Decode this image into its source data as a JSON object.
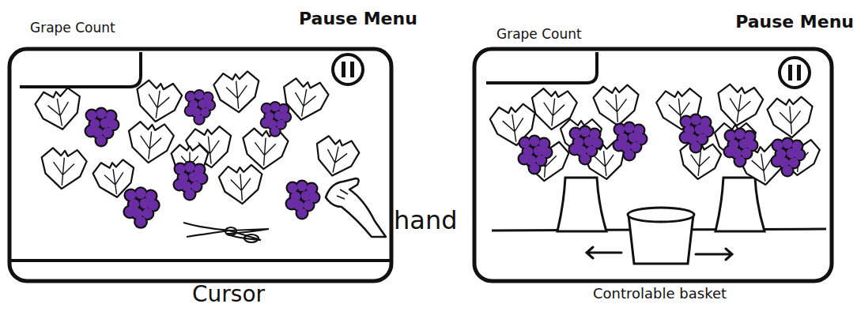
{
  "diagram": {
    "labels": [
      "Grape Count",
      "Pause Menu",
      "hand",
      "Cursor",
      "Grape Count",
      "Pause Menu",
      "Controlable basket"
    ]
  }
}
